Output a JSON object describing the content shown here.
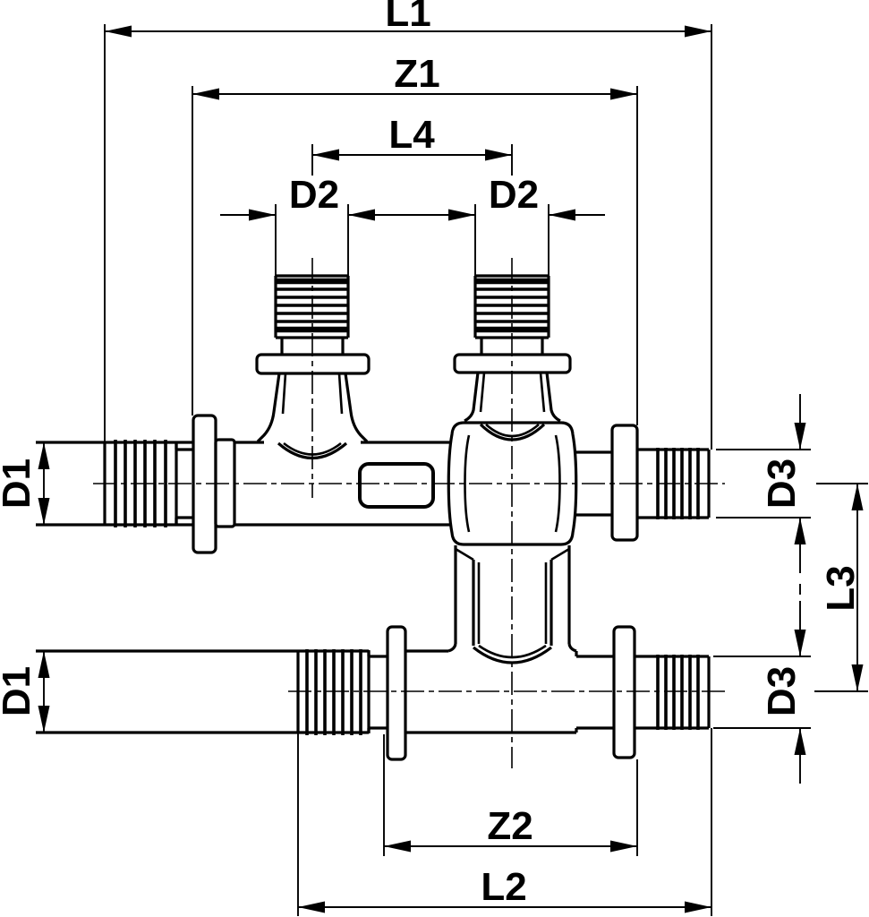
{
  "colors": {
    "line": "#000000",
    "background": "#ffffff"
  },
  "labels": {
    "l1": "L1",
    "z1": "Z1",
    "l4": "L4",
    "d2_left": "D2",
    "d2_right": "D2",
    "d1_upper": "D1",
    "d1_lower": "D1",
    "d3_upper": "D3",
    "d3_lower": "D3",
    "l3": "L3",
    "z2": "Z2",
    "l2": "L2"
  }
}
